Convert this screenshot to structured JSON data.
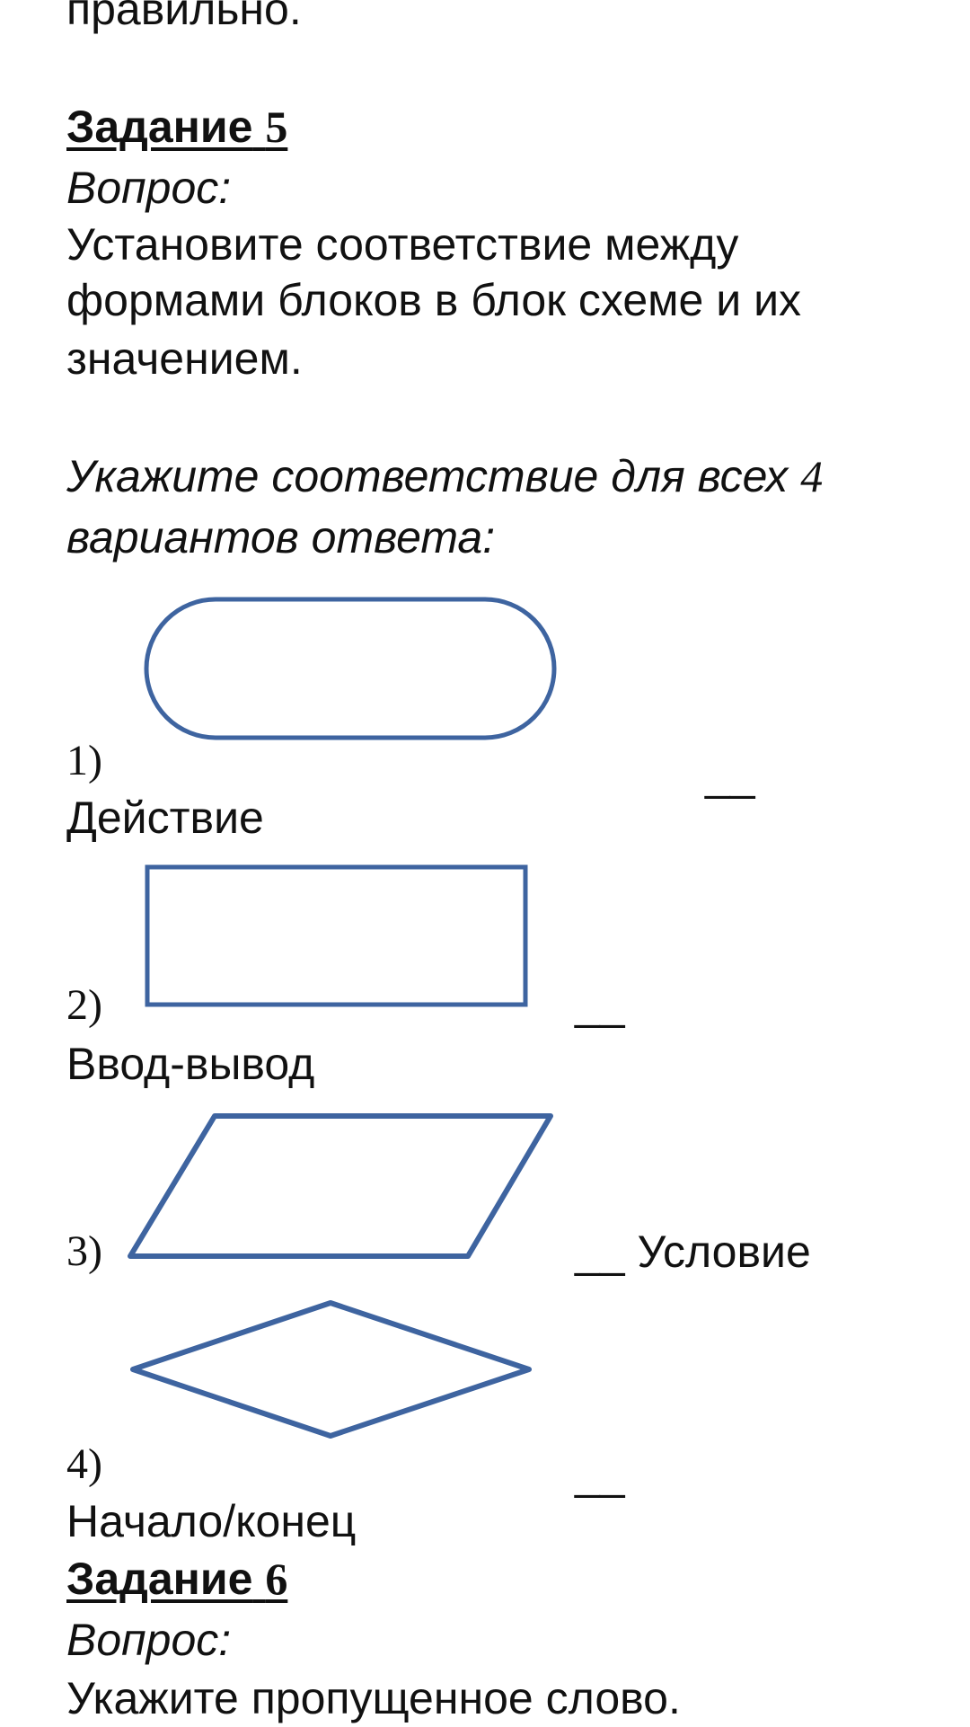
{
  "prev_tail": "правильно.",
  "task5": {
    "heading": "Задание",
    "number": "5",
    "question_label": "Вопрос:",
    "question_lines": [
      "Установите соответствие между",
      "формами блоков в блок схеме и их",
      "значением."
    ],
    "instruction_lines": [
      "Укажите соответствие для всех",
      "4",
      "вариантов ответа:"
    ],
    "items": [
      {
        "num": "1)",
        "blank": "__",
        "answer": "Действие",
        "shape": "stadium"
      },
      {
        "num": "2)",
        "blank": "__",
        "answer": "Ввод-вывод",
        "shape": "rectangle"
      },
      {
        "num": "3)",
        "blank": "__",
        "answer": "Условие",
        "shape": "parallelogram"
      },
      {
        "num": "4)",
        "blank": "__",
        "answer": "Начало/конец",
        "shape": "diamond"
      }
    ]
  },
  "task6": {
    "heading": "Задание",
    "number": "6",
    "question_label": "Вопрос:",
    "question": "Укажите пропущенное слово."
  },
  "colors": {
    "shape_stroke": "#3e64a0",
    "text": "#111111"
  }
}
